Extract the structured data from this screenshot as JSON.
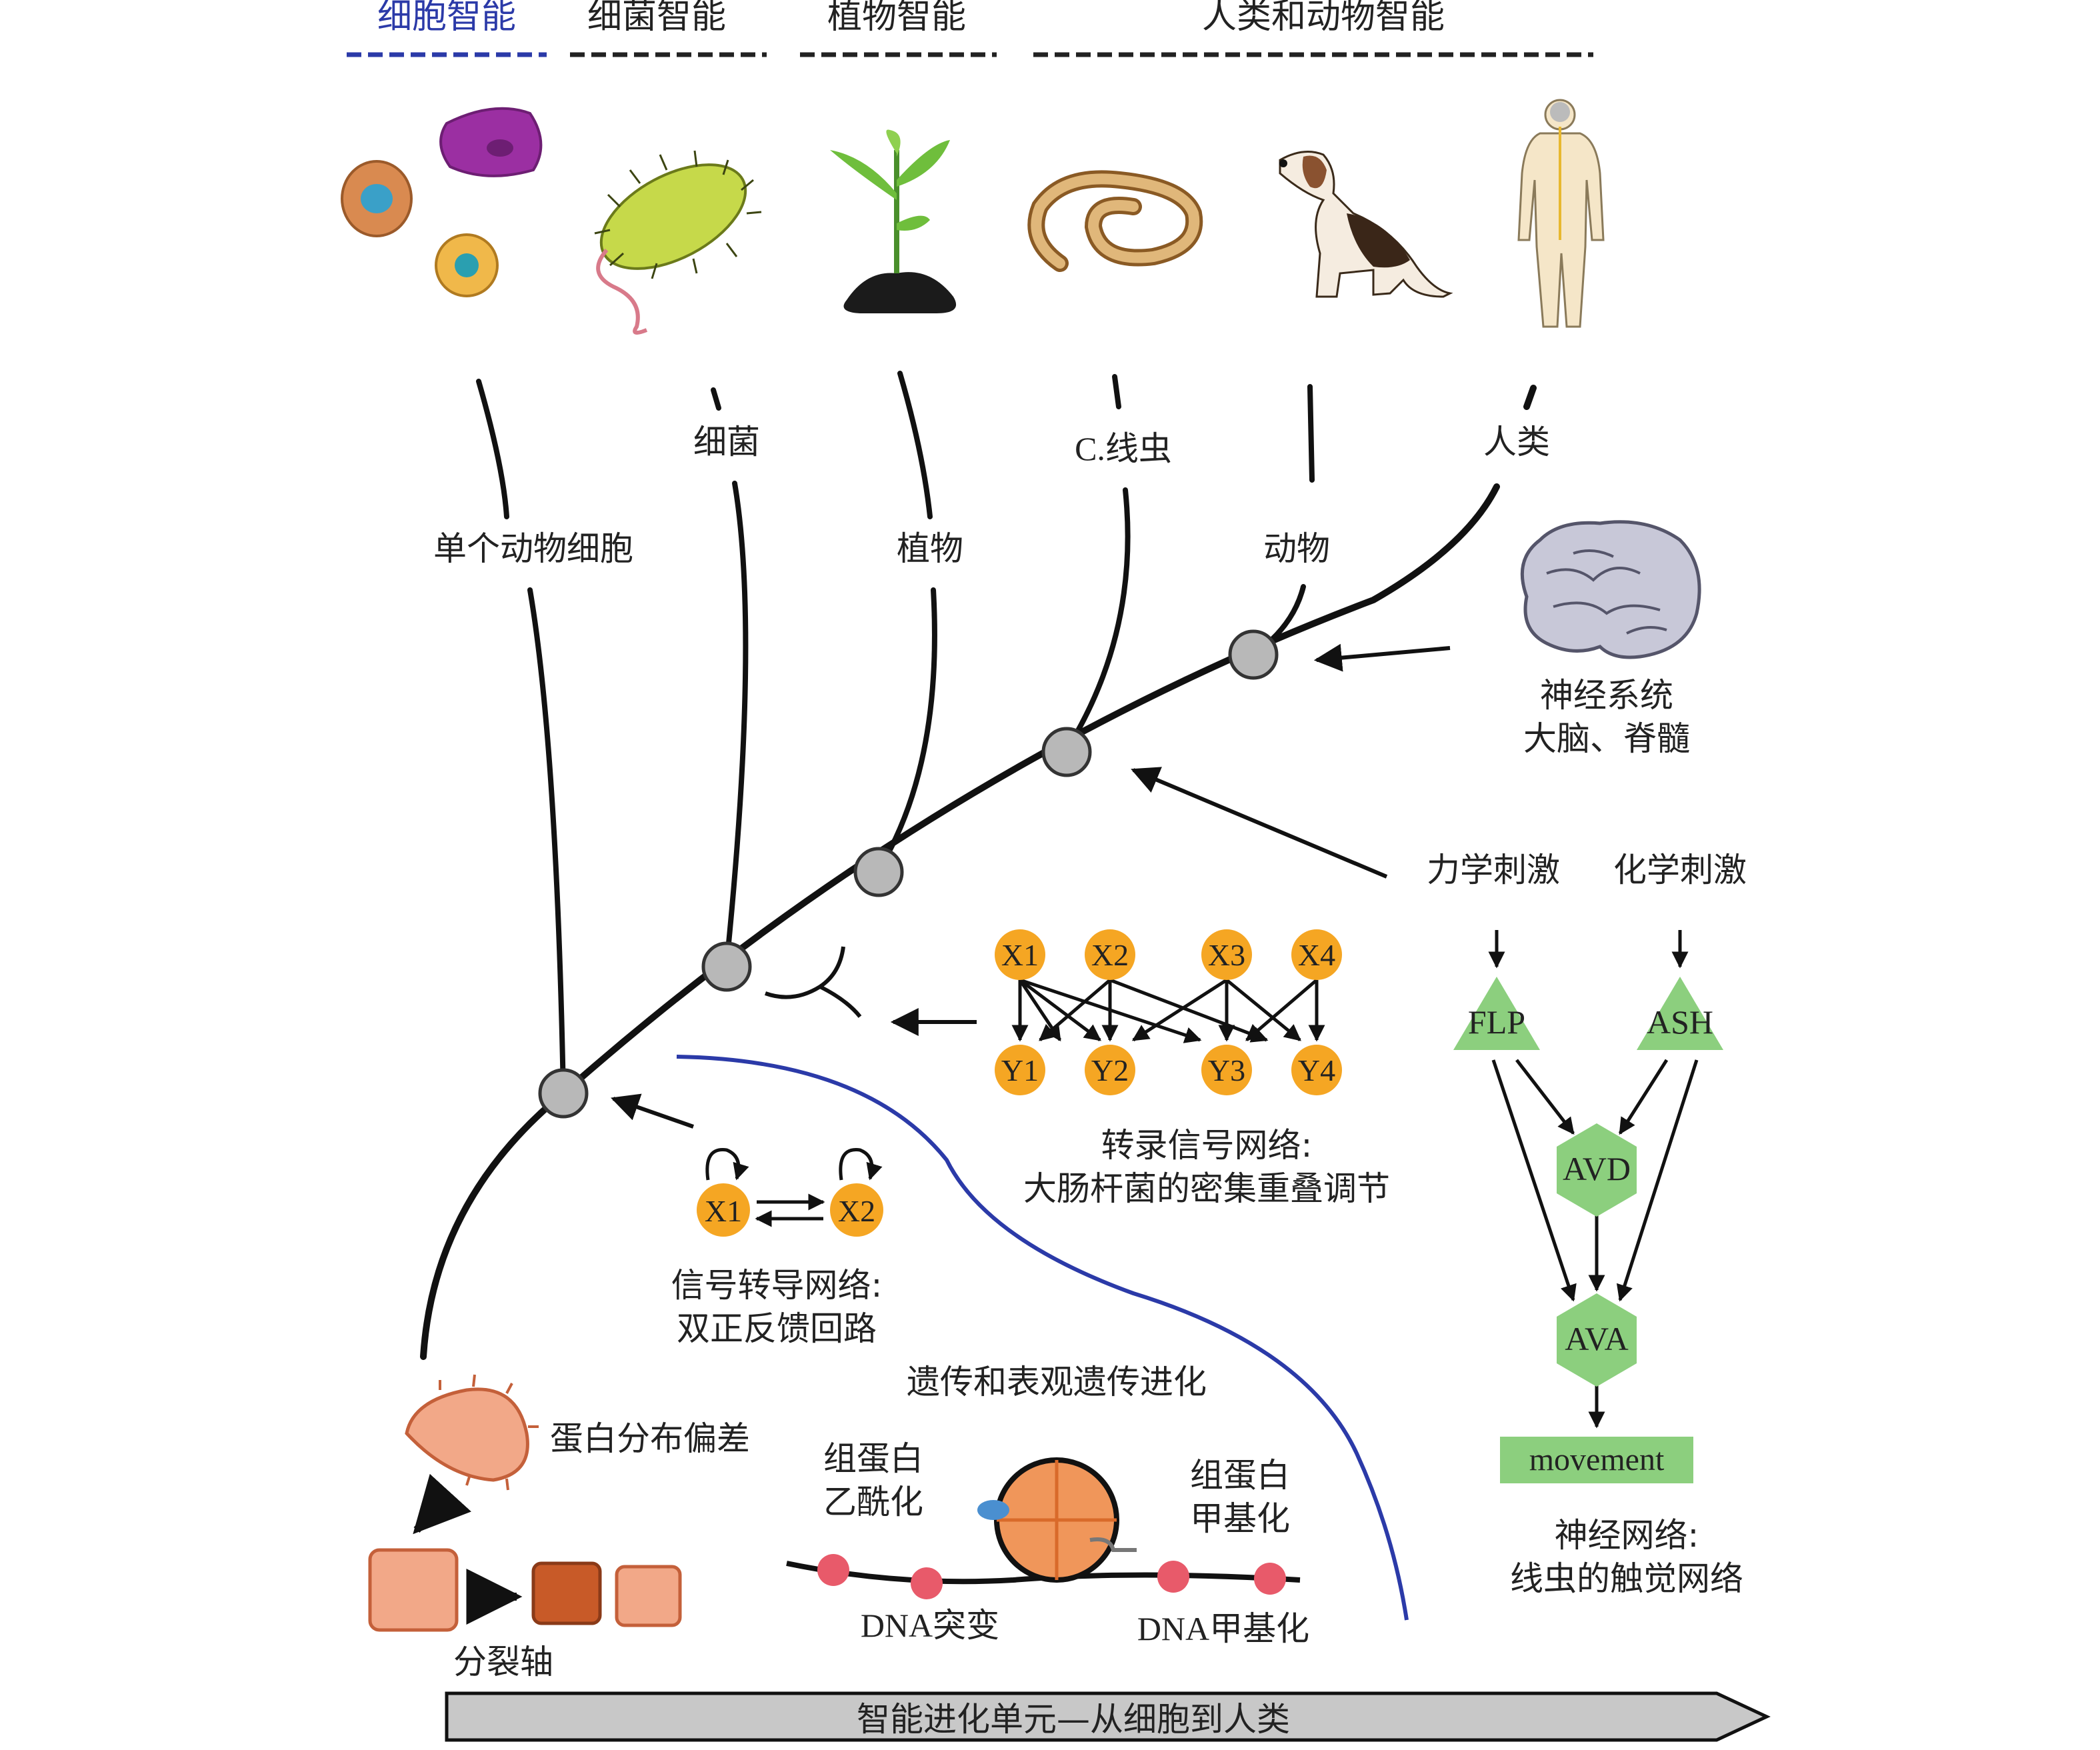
{
  "categories": {
    "cell": "细胞智能",
    "bacteria": "细菌智能",
    "plant": "植物智能",
    "human_animal": "人类和动物智能"
  },
  "branch_labels": {
    "single_cell": "单个动物细胞",
    "bacteria": "细菌",
    "plant": "植物",
    "worm": "C.线虫",
    "animal": "动物",
    "human": "人类"
  },
  "nervous_system": {
    "line1": "神经系统",
    "line2": "大脑、脊髓"
  },
  "stimuli": {
    "mechanical": "力学刺激",
    "chemical": "化学刺激"
  },
  "transcription": {
    "inputs": [
      "X1",
      "X2",
      "X3",
      "X4"
    ],
    "outputs": [
      "Y1",
      "Y2",
      "Y3",
      "Y4"
    ],
    "caption1": "转录信号网络:",
    "caption2": "大肠杆菌的密集重叠调节"
  },
  "signaling": {
    "nodes": [
      "X1",
      "X2"
    ],
    "caption1": "信号转导网络:",
    "caption2": "双正反馈回路"
  },
  "neural": {
    "flp": "FLP",
    "ash": "ASH",
    "avd": "AVD",
    "ava": "AVA",
    "movement": "movement",
    "caption1": "神经网络:",
    "caption2": "线虫的触觉网络"
  },
  "genetic": {
    "title": "遗传和表观遗传进化",
    "acetylation1": "组蛋白",
    "acetylation2": "乙酰化",
    "methylation1": "组蛋白",
    "methylation2": "甲基化",
    "dna_mutation": "DNA突变",
    "dna_methylation": "DNA甲基化"
  },
  "cell_division": {
    "protein_bias": "蛋白分布偏差",
    "spindle": "分裂轴"
  },
  "bottom_arrow": "智能进化单元—从细胞到人类",
  "colors": {
    "node_gray": "#b8b8b8",
    "orange_node": "#f5a623",
    "green_neuron": "#8ccf7e",
    "blue_curve": "#2b3aa8",
    "salmon": "#f2a888"
  }
}
